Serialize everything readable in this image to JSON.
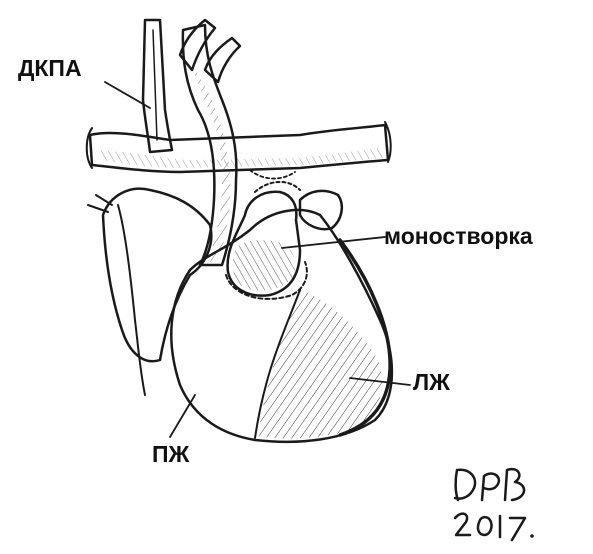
{
  "labels": {
    "dkpa": "ДКПА",
    "monostvorka": "моностворка",
    "lzh": "ЛЖ",
    "pzh": "ПЖ"
  },
  "signature": {
    "initials": "DPB",
    "year": "2017."
  }
}
